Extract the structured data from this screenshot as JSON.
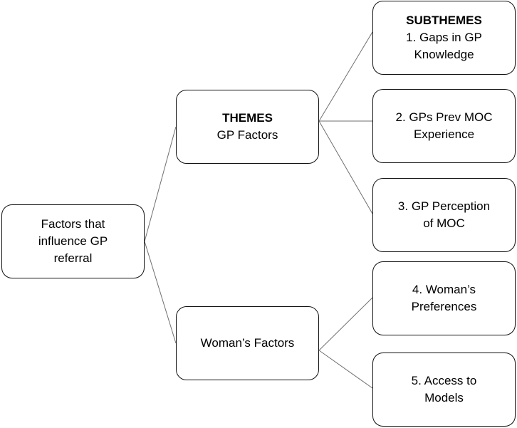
{
  "root": {
    "lines": [
      "Factors that",
      "influence GP",
      "referral"
    ]
  },
  "themes": [
    {
      "heading": "THEMES",
      "label": "GP Factors"
    },
    {
      "label": "Woman’s Factors"
    }
  ],
  "subthemes": {
    "heading": "SUBTHEMES",
    "items": [
      {
        "lines": [
          "1. Gaps in GP",
          "Knowledge"
        ]
      },
      {
        "lines": [
          "2. GPs Prev MOC",
          "Experience"
        ]
      },
      {
        "lines": [
          "3. GP Perception",
          "of MOC"
        ]
      },
      {
        "lines": [
          "4. Woman’s",
          "Preferences"
        ]
      },
      {
        "lines": [
          "5. Access to",
          "Models"
        ]
      }
    ]
  },
  "colors": {
    "node_border": "#111111",
    "connector": "#6f6f6f",
    "background": "#ffffff"
  }
}
